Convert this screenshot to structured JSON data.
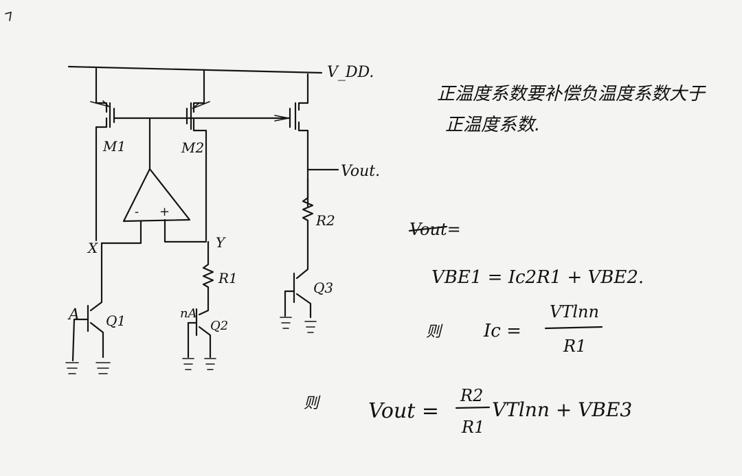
{
  "circuit": {
    "supply_label": "V_DD.",
    "output_label": "Vout.",
    "labels": {
      "m1": "M1",
      "m2": "M2",
      "node_x": "X",
      "node_y": "Y",
      "r1": "R1",
      "r2": "R2",
      "q1": "Q1",
      "q2": "Q2",
      "q3": "Q3",
      "a": "A",
      "na": "nA",
      "minus": "-",
      "plus": "+"
    }
  },
  "notes": {
    "line1": "正温度系数要补偿负温度系数大于",
    "line2": "正温度系数."
  },
  "equations": {
    "struck": "Vout=",
    "eq1": "VBE1 = Ic2R1 + VBE2.",
    "eq2_prefix": "则",
    "eq2_lhs": "Ic =",
    "eq2_num": "VTlnn",
    "eq2_den": "R1",
    "eq3_prefix": "则",
    "eq3_lhs": "Vout =",
    "eq3_num": "R2",
    "eq3_den": "R1",
    "eq3_rest": "VTlnn + VBE3"
  }
}
